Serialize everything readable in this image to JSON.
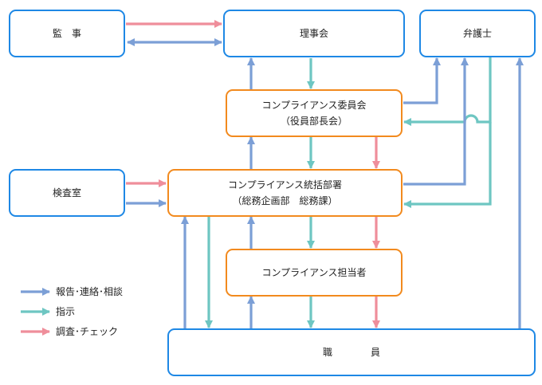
{
  "colors": {
    "blue_border": "#1e88e5",
    "orange_border": "#f28a1e",
    "report_arrow": "#7c9fd6",
    "instruct_arrow": "#6ec6c2",
    "check_arrow": "#ef8e9b"
  },
  "boxes": {
    "kansa": "監　事",
    "rijikai": "理事会",
    "bengoshi": "弁護士",
    "committee_line1": "コンプライアンス委員会",
    "committee_line2": "（役員部長会）",
    "kensashitsu": "検査室",
    "tokatsu_line1": "コンプライアンス統括部署",
    "tokatsu_line2": "（総務企画部　総務課）",
    "tantousha": "コンプライアンス担当者",
    "shokuin": "職　　　　員"
  },
  "legend": {
    "report": "報告･連絡･相談",
    "instruct": "指示",
    "check": "調査･チェック"
  }
}
